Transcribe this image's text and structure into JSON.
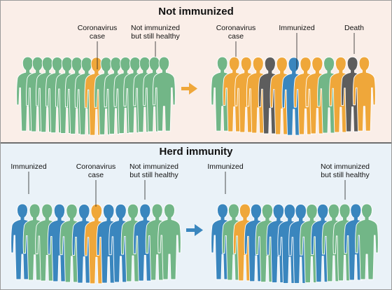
{
  "colors": {
    "top_bg": "#faeee8",
    "bottom_bg": "#eaf2f8",
    "healthy": "#72b687",
    "case": "#efa73a",
    "immunized": "#3a86be",
    "death": "#5d5d5d",
    "arrow_top": "#efa73a",
    "arrow_bottom": "#3a86be"
  },
  "top": {
    "title": "Not immunized",
    "labels": {
      "case_l1": "Coronavirus",
      "case_l2": "case",
      "healthy_l1": "Not immunized",
      "healthy_l2": "but still healthy",
      "case2_l1": "Coronavirus",
      "case2_l2": "case",
      "immunized": "Immunized",
      "death": "Death"
    },
    "left_group": [
      "healthy",
      "healthy",
      "healthy",
      "healthy",
      "healthy",
      "healthy",
      "healthy",
      "case",
      "healthy",
      "healthy",
      "healthy",
      "healthy",
      "healthy",
      "healthy",
      "healthy"
    ],
    "right_group": [
      "healthy",
      "case",
      "case",
      "case",
      "death",
      "case",
      "immunized",
      "case",
      "case",
      "healthy",
      "case",
      "death",
      "case"
    ]
  },
  "bottom": {
    "title": "Herd immunity",
    "labels": {
      "immunized_l1": "Immunized",
      "case_l1": "Coronavirus",
      "case_l2": "case",
      "healthy_l1": "Not immunized",
      "healthy_l2": "but still healthy",
      "immunized2": "Immunized",
      "healthy2_l1": "Not immunized",
      "healthy2_l2": "but still healthy"
    },
    "left_group": [
      "immunized",
      "healthy",
      "healthy",
      "immunized",
      "healthy",
      "immunized",
      "case",
      "immunized",
      "immunized",
      "healthy",
      "immunized",
      "healthy",
      "healthy"
    ],
    "right_group": [
      "immunized",
      "healthy",
      "case",
      "immunized",
      "healthy",
      "immunized",
      "immunized",
      "immunized",
      "healthy",
      "immunized",
      "healthy",
      "healthy",
      "immunized",
      "healthy"
    ]
  }
}
